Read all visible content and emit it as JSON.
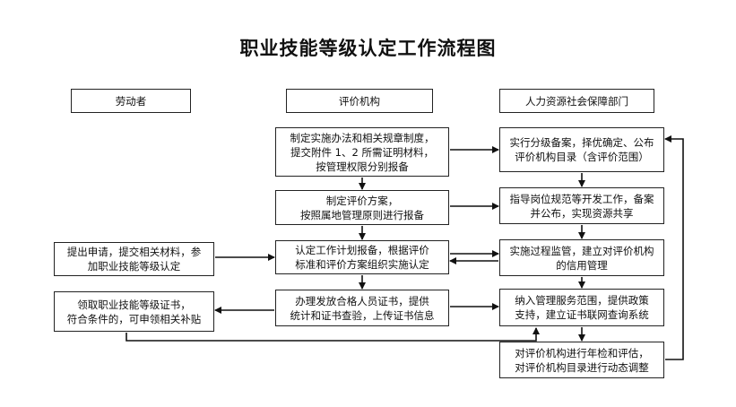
{
  "title": "职业技能等级认定工作流程图",
  "columns": {
    "worker": "劳动者",
    "agency": "评价机构",
    "hr_dept": "人力资源社会保障部门"
  },
  "agency_steps": [
    "制定实施办法和相关规章制度，\n提交附件 1、2 所需证明材料，\n按管理权限分别报备",
    "制定评价方案，\n按照属地管理原则进行报备",
    "认定工作计划报备，根据评价\n标准和评价方案组织实施认定",
    "办理发放合格人员证书，提供\n统计和证书查验，上传证书信息"
  ],
  "hr_steps": [
    "实行分级备案，择优确定、公布\n评价机构目录（含评价范围）",
    "指导岗位规范等开发工作，备案\n并公布，实现资源共享",
    "实施过程监管，建立对评价机构\n的信用管理",
    "纳入管理服务范围，提供政策\n支持，建立证书联网查询系统",
    "对评价机构进行年检和评估，\n对评价机构目录进行动态调整"
  ],
  "worker_steps": [
    "提出申请，提交相关材料，参\n加职业技能等级认定",
    "领取职业技能等级证书，\n符合条件的，可申领相关补贴"
  ]
}
